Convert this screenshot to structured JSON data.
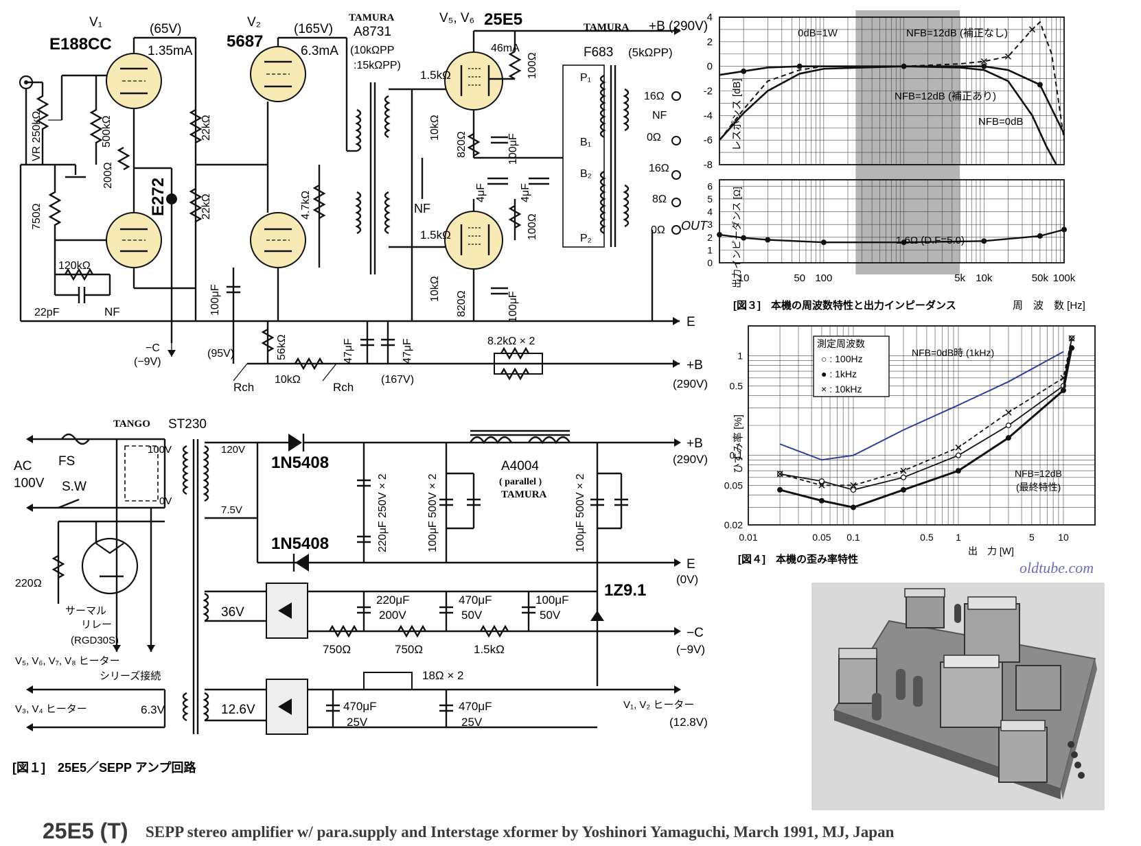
{
  "footer": {
    "model": "25E5 (T)",
    "description": "SEPP stereo amplifier w/ para.supply and Interstage xformer by Yoshinori Yamaguchi, March 1991, MJ, Japan",
    "watermark": "oldtube.com"
  },
  "fig1": {
    "caption": "[図１]　25E5／SEPP アンプ回路",
    "amp": {
      "v1": "V₁",
      "v1_type": "E188CC",
      "v1_volt": "(65V)",
      "v1_cur": "1.35mA",
      "v2": "V₂",
      "v2_type": "5687",
      "v2_volt": "(165V)",
      "v2_cur": "6.3mA",
      "v56": "V₅, V₆",
      "v56_type": "25E5",
      "v56_cur": "46mA",
      "ist_maker": "TAMURA",
      "ist_model": "A8731",
      "ist_spec1": "(10kΩPP",
      "ist_spec2": ":15kΩPP)",
      "out_maker": "TAMURA",
      "out_model": "F683",
      "out_spec": "(5kΩPP)",
      "bplus_top": "+B (290V)",
      "vr": "VR 250kΩ",
      "r500k": "500kΩ",
      "r200": "200Ω",
      "diode_ccs": "E272",
      "r750": "750Ω",
      "r120k": "120kΩ",
      "c22p": "22pF",
      "nf1": "NF",
      "r22k_a": "22kΩ",
      "r22k_b": "22kΩ",
      "r47k": "4.7kΩ",
      "c100u_a": "100μF",
      "r15k_a": "1.5kΩ",
      "r15k_b": "1.5kΩ",
      "r10k_a": "10kΩ",
      "r10k_b": "10kΩ",
      "r820_a": "820Ω",
      "r820_b": "820Ω",
      "c100u_b": "100μF",
      "c100u_c": "100μF",
      "c4u_a": "4μF",
      "c4u_b": "4μF",
      "r100_a": "100Ω",
      "r100_b": "100Ω",
      "nf2": "NF",
      "p1": "P₁",
      "b1": "B₁",
      "b2": "B₂",
      "p2": "P₂",
      "t16a": "16Ω",
      "tnf": "NF",
      "t0a": "0Ω",
      "t16b": "16Ω",
      "t8": "8Ω",
      "t0b": "0Ω",
      "tout": "OUT",
      "e": "E",
      "negc": "−C",
      "negc_v": "(−9V)",
      "v95": "(95V)",
      "r56k": "56kΩ",
      "r10k_c": "10kΩ",
      "rch_a": "Rch",
      "rch_b": "Rch",
      "c47u_a": "47μF",
      "c47u_b": "47μF",
      "v167": "(167V)",
      "r82k": "8.2kΩ × 2",
      "bplus_r": "+B",
      "bplus_rv": "(290V)"
    },
    "psu": {
      "pt_maker": "TANGO",
      "pt_model": "ST230",
      "ac": "AC",
      "ac_v": "100V",
      "fs": "FS",
      "sw": "S.W",
      "tap100": "100V",
      "tap0": "0V",
      "tap120": "120V",
      "tap75": "7.5V",
      "d1": "1N5408",
      "d2": "1N5408",
      "c220": "220μF 250V × 2",
      "c100a": "100μF 500V × 2",
      "ch_model": "A4004",
      "ch_par": "( parallel )",
      "ch_maker": "TAMURA",
      "c100b": "100μF 500V × 2",
      "bplus": "+B",
      "bplus_v": "(290V)",
      "e": "E",
      "e_v": "(0V)",
      "r220": "220Ω",
      "relay": "サーマル",
      "relay2": "リレー",
      "relay_type": "(RGD30S)",
      "heater1": "V₅, V₆, V₇, V₈ ヒーター",
      "heater1b": "シリーズ接続",
      "heater2": "V₃, V₄ ヒーター",
      "h63": "6.3V",
      "w36": "36V",
      "c220b": "220μF",
      "c220b_v": "200V",
      "c470a": "470μF",
      "c470a_v": "50V",
      "c100c": "100μF",
      "c100c_v": "50V",
      "zener": "1Z9.1",
      "r750a": "750Ω",
      "r750b": "750Ω",
      "r15k": "1.5kΩ",
      "negc": "−C",
      "negc_v": "(−9V)",
      "w126": "12.6V",
      "r18": "18Ω × 2",
      "c470b": "470μF",
      "c470b_v": "25V",
      "c470c": "470μF",
      "c470c_v": "25V",
      "heater3": "V₁, V₂ ヒーター",
      "heater3_v": "(12.8V)"
    }
  },
  "fig3": {
    "caption": "[図３]　本機の周波数特性と出力インピーダンス",
    "xlabel": "周　波　数 [Hz]",
    "ylabel_top": "レスポンス [dB]",
    "ylabel_bottom": "出力インピーダンス [Ω]",
    "ann_0db": "0dB=1W",
    "ann_nfb_nocorr": "NFB=12dB (補正なし)",
    "ann_nfb_corr": "NFB=12dB (補正あり)",
    "ann_nfb0": "NFB=0dB",
    "ann_imp": "1.6Ω (D.F=5.0)",
    "y_ticks_top": [
      "4",
      "2",
      "0",
      "-2",
      "-4",
      "-6",
      "-8"
    ],
    "y_ticks_bottom": [
      "6",
      "5",
      "4",
      "3",
      "2",
      "1",
      "0"
    ],
    "x_ticks": [
      "10",
      "50",
      "100",
      "5k",
      "10k",
      "50k",
      "100k"
    ]
  },
  "fig4": {
    "caption": "[図４]　本機の歪み率特性",
    "xlabel": "出　力 [W]",
    "ylabel": "ひずみ率 [%]",
    "legend_title": "測定周波数",
    "legend": [
      "○ : 100Hz",
      "● : 1kHz",
      "× : 10kHz"
    ],
    "ann_nfb0": "NFB=0dB時 (1kHz)",
    "ann_nfb12": "NFB=12dB",
    "ann_nfb12b": "(最終特性)",
    "y_ticks": [
      "1",
      "0.5",
      "0.1",
      "0.05",
      "0.02"
    ],
    "x_ticks": [
      "0.01",
      "0.05",
      "0.1",
      "0.5",
      "1",
      "5",
      "10"
    ]
  },
  "chart_data": [
    {
      "type": "line",
      "title": "本機の周波数特性",
      "xlabel": "周波数 [Hz]",
      "ylabel": "レスポンス [dB]",
      "xscale": "log",
      "xlim": [
        5,
        100000
      ],
      "ylim": [
        -8,
        4
      ],
      "series": [
        {
          "name": "NFB=12dB (補正あり)",
          "x": [
            5,
            10,
            20,
            50,
            100,
            1000,
            5000,
            10000,
            20000,
            50000,
            100000
          ],
          "y": [
            -0.7,
            -0.4,
            -0.1,
            0,
            0,
            0,
            0,
            0,
            -0.3,
            -1.5,
            -5.5
          ]
        },
        {
          "name": "NFB=12dB (補正なし)",
          "x": [
            5,
            10,
            20,
            50,
            100,
            1000,
            5000,
            10000,
            20000,
            40000,
            50000,
            70000,
            100000
          ],
          "y": [
            -6,
            -3.5,
            -1.2,
            -0.3,
            0,
            0,
            0.2,
            0.4,
            0.8,
            3,
            3.6,
            1,
            -6
          ]
        },
        {
          "name": "NFB=0dB",
          "x": [
            5,
            10,
            20,
            50,
            100,
            1000,
            5000,
            10000,
            20000,
            40000,
            60000,
            80000
          ],
          "y": [
            -6,
            -3.8,
            -2,
            -0.6,
            -0.2,
            0,
            -0.1,
            -0.3,
            -1.2,
            -4,
            -6.5,
            -8
          ]
        }
      ]
    },
    {
      "type": "line",
      "title": "出力インピーダンス",
      "xlabel": "周波数 [Hz]",
      "ylabel": "出力インピーダンス [Ω]",
      "xscale": "log",
      "xlim": [
        5,
        100000
      ],
      "ylim": [
        0,
        6
      ],
      "series": [
        {
          "name": "1.6Ω (D.F=5.0)",
          "x": [
            5,
            10,
            20,
            100,
            1000,
            10000,
            50000,
            100000
          ],
          "y": [
            2.2,
            1.95,
            1.8,
            1.6,
            1.6,
            1.7,
            2.1,
            2.6
          ]
        }
      ]
    },
    {
      "type": "line",
      "title": "本機の歪み率特性",
      "xlabel": "出力 [W]",
      "ylabel": "ひずみ率 [%]",
      "xscale": "log",
      "yscale": "log",
      "xlim": [
        0.01,
        20
      ],
      "ylim": [
        0.02,
        2
      ],
      "series": [
        {
          "name": "NFB=0dB時 (1kHz)",
          "x": [
            0.02,
            0.05,
            0.1,
            0.3,
            1,
            3,
            10
          ],
          "y": [
            0.13,
            0.09,
            0.1,
            0.18,
            0.32,
            0.55,
            1.1
          ]
        },
        {
          "name": "100Hz",
          "x": [
            0.02,
            0.05,
            0.1,
            0.3,
            1,
            3,
            10,
            12
          ],
          "y": [
            0.065,
            0.055,
            0.045,
            0.06,
            0.1,
            0.2,
            0.5,
            1.5
          ]
        },
        {
          "name": "1kHz",
          "x": [
            0.02,
            0.05,
            0.1,
            0.3,
            1,
            3,
            10,
            12
          ],
          "y": [
            0.045,
            0.035,
            0.03,
            0.045,
            0.07,
            0.15,
            0.45,
            1.2
          ]
        },
        {
          "name": "10kHz",
          "x": [
            0.02,
            0.05,
            0.1,
            0.3,
            1,
            3,
            10,
            12
          ],
          "y": [
            0.065,
            0.05,
            0.05,
            0.07,
            0.12,
            0.27,
            0.6,
            1.5
          ]
        }
      ]
    }
  ]
}
